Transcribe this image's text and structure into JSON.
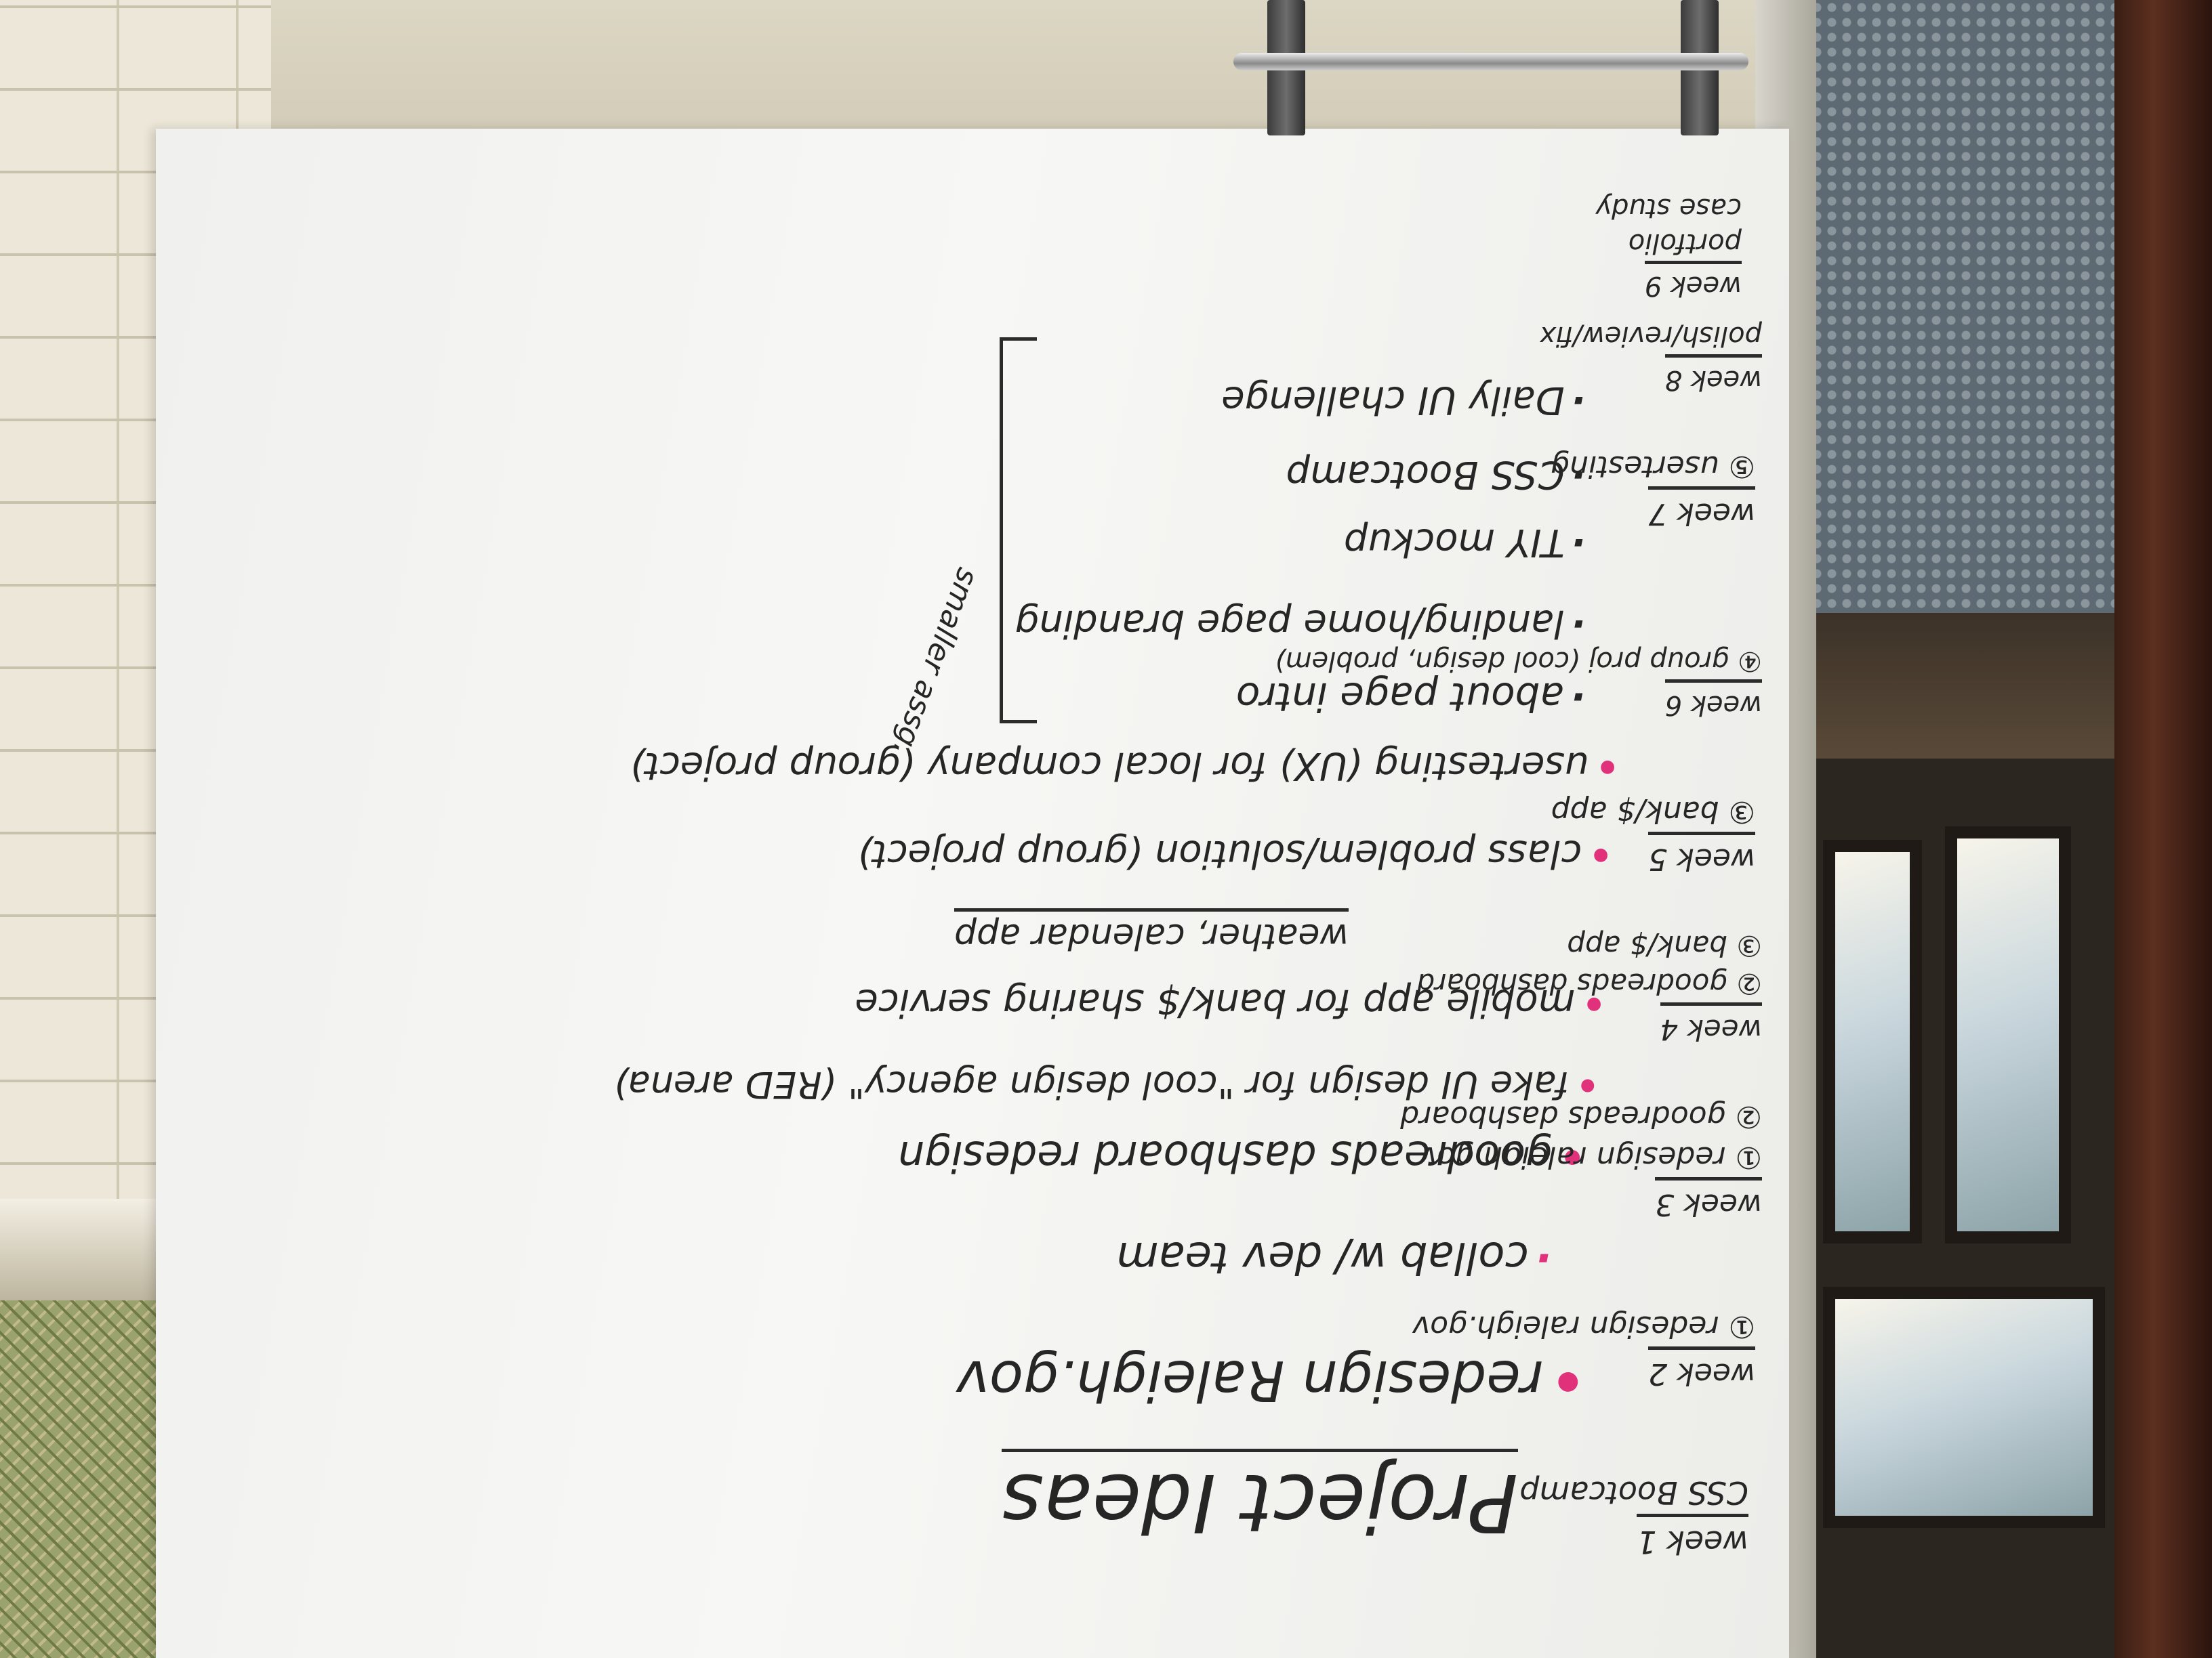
{
  "whiteboard": {
    "title": "Project Ideas",
    "projects": [
      "redesign Raleigh.gov",
      "collab w/ dev team",
      "goodreads dashboard redesign",
      "fake UI design for \"cool design agency\" (RED arena)",
      "mobile app for bank/$ sharing service",
      "weather, calendar app",
      "class problem/solution (group project)",
      "usertesting (UX) for local company (group project)",
      "about page intro",
      "landing/home page branding",
      "TIY mockup",
      "CSS Bootcamp",
      "Daily UI challenge"
    ],
    "bracket_note": "smaller assg.",
    "weeks": [
      {
        "heading": "week 1",
        "lines": [
          "CSS Bootcamp"
        ]
      },
      {
        "heading": "week 2",
        "lines": [
          "① redesign raleigh.gov"
        ]
      },
      {
        "heading": "week 3",
        "lines": [
          "① redesign raleigh.gov",
          "② goodreads dashboard"
        ]
      },
      {
        "heading": "week 4",
        "lines": [
          "② goodreads dashboard",
          "③ bank/$ app"
        ]
      },
      {
        "heading": "week 5",
        "lines": [
          "③ bank/$ app"
        ]
      },
      {
        "heading": "week 6",
        "lines": [
          "④ group proj (cool design, problem)"
        ]
      },
      {
        "heading": "week 7",
        "lines": [
          "⑤ usertesting"
        ]
      },
      {
        "heading": "week 8",
        "lines": [
          "polish/review/fix"
        ]
      },
      {
        "heading": "week 9",
        "lines": [
          "portfolio",
          "case study"
        ]
      }
    ]
  },
  "colors": {
    "ink": "#262626",
    "bullet": "#e0317a",
    "board": "#f4f4f2"
  }
}
